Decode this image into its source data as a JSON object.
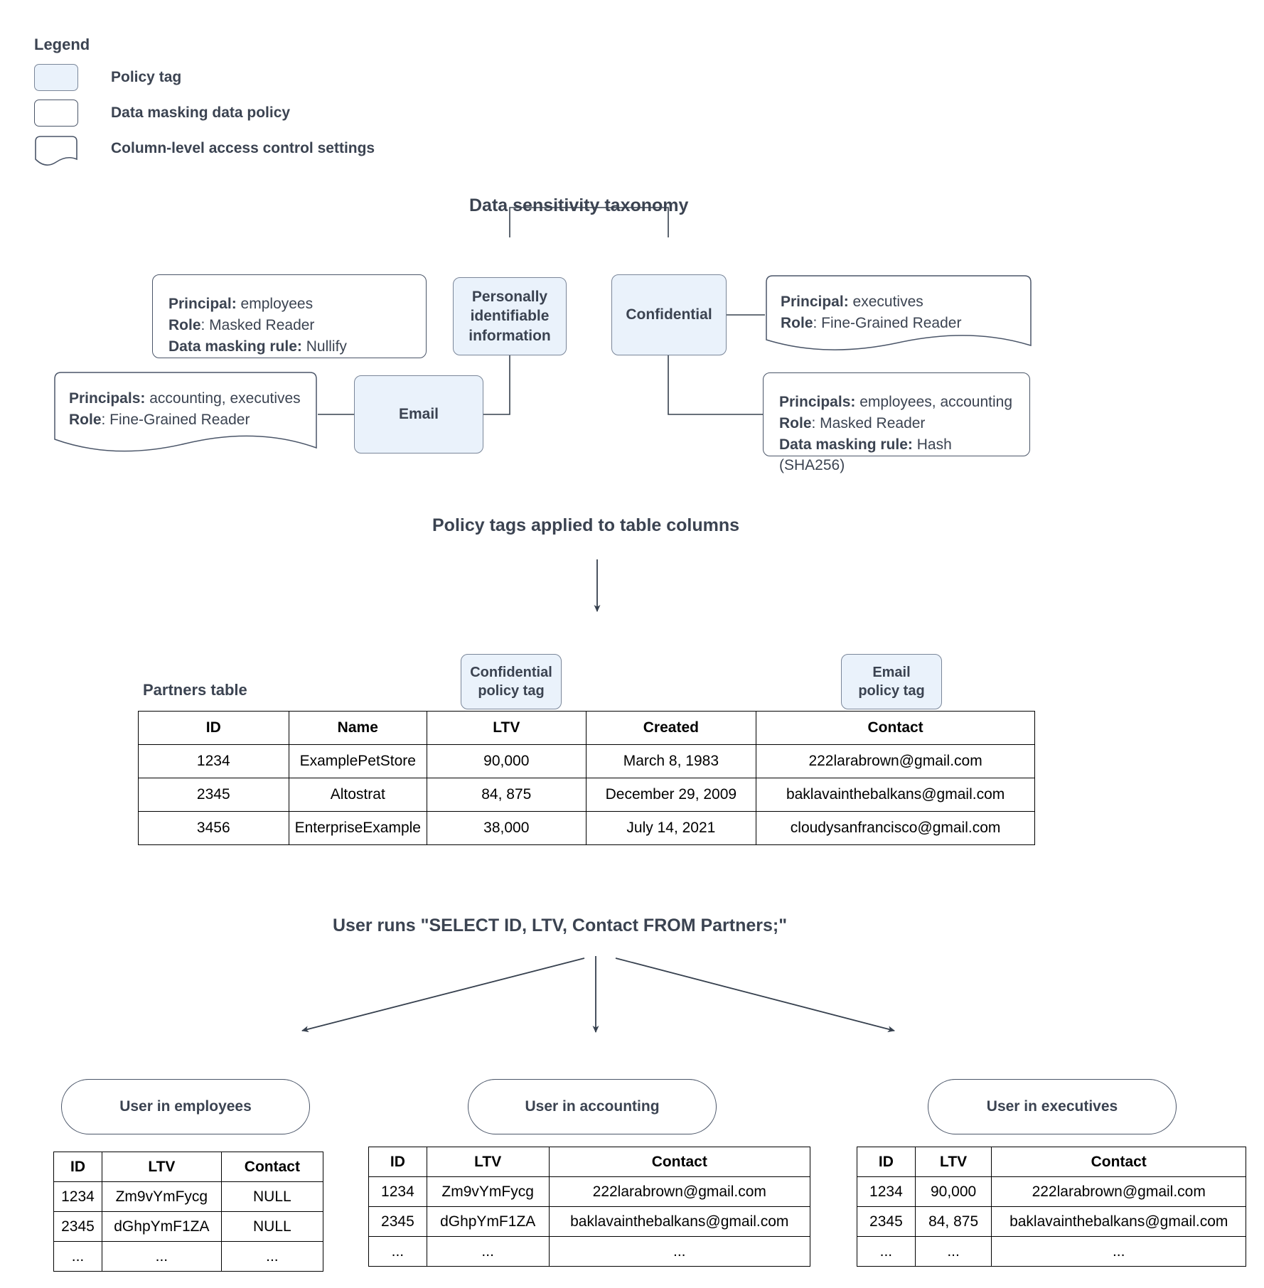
{
  "legend": {
    "title": "Legend",
    "items": [
      {
        "label": "Policy tag",
        "swatch": "policy-tag"
      },
      {
        "label": "Data masking data policy",
        "swatch": "data-masking-policy"
      },
      {
        "label": "Column-level access control settings",
        "swatch": "column-access-settings"
      }
    ]
  },
  "colors": {
    "policy_tag_fill": "#eaf2fb",
    "policy_tag_border": "#7a8699",
    "box_border": "#4a5568",
    "text": "#3b4351",
    "table_border": "#000000"
  },
  "sections": {
    "taxonomy_heading": "Data sensitivity taxonomy",
    "applied_heading": "Policy tags applied to table columns",
    "query_heading": "User runs \"SELECT ID, LTV, Contact FROM Partners;\""
  },
  "taxonomy": {
    "tags": {
      "pii": "Personally identifiable information",
      "confidential": "Confidential",
      "email": "Email"
    },
    "policies": {
      "pii_masking": {
        "principal_label": "Principal:",
        "principal_value": "employees",
        "role_label": "Role",
        "role_value": ": Masked Reader",
        "rule_label": "Data masking rule:",
        "rule_value": "Nullify"
      },
      "confidential_masking": {
        "principal_label": "Principals:",
        "principal_value": "employees, accounting",
        "role_label": "Role",
        "role_value": ": Masked Reader",
        "rule_label": "Data masking rule:",
        "rule_value": "Hash (SHA256)"
      }
    },
    "access": {
      "email_access": {
        "principal_label": "Principals:",
        "principal_value": "accounting, executives",
        "role_label": "Role",
        "role_value": ": Fine-Grained Reader"
      },
      "confidential_access": {
        "principal_label": "Principal:",
        "principal_value": "executives",
        "role_label": "Role",
        "role_value": ": Fine-Grained Reader"
      }
    }
  },
  "partners": {
    "label": "Partners table",
    "tags": [
      {
        "name": "Confidential",
        "suffix": "policy tag"
      },
      {
        "name": "Email",
        "suffix": "policy tag"
      }
    ],
    "columns": [
      "ID",
      "Name",
      "LTV",
      "Created",
      "Contact"
    ],
    "rows": [
      [
        "1234",
        "ExamplePetStore",
        "90,000",
        "March 8, 1983",
        "222larabrown@gmail.com"
      ],
      [
        "2345",
        "Altostrat",
        "84, 875",
        "December 29, 2009",
        "baklavainthebalkans@gmail.com"
      ],
      [
        "3456",
        "EnterpriseExample",
        "38,000",
        "July 14, 2021",
        "cloudysanfrancisco@gmail.com"
      ]
    ]
  },
  "results": [
    {
      "actor": "User in employees",
      "columns": [
        "ID",
        "LTV",
        "Contact"
      ],
      "rows": [
        [
          "1234",
          "Zm9vYmFycg",
          "NULL"
        ],
        [
          "2345",
          "dGhpYmF1ZA",
          "NULL"
        ],
        [
          "...",
          "...",
          "..."
        ]
      ]
    },
    {
      "actor": "User in accounting",
      "columns": [
        "ID",
        "LTV",
        "Contact"
      ],
      "rows": [
        [
          "1234",
          "Zm9vYmFycg",
          "222larabrown@gmail.com"
        ],
        [
          "2345",
          "dGhpYmF1ZA",
          "baklavainthebalkans@gmail.com"
        ],
        [
          "...",
          "...",
          "..."
        ]
      ]
    },
    {
      "actor": "User in executives",
      "columns": [
        "ID",
        "LTV",
        "Contact"
      ],
      "rows": [
        [
          "1234",
          "90,000",
          "222larabrown@gmail.com"
        ],
        [
          "2345",
          "84, 875",
          "baklavainthebalkans@gmail.com"
        ],
        [
          "...",
          "...",
          "..."
        ]
      ]
    }
  ]
}
